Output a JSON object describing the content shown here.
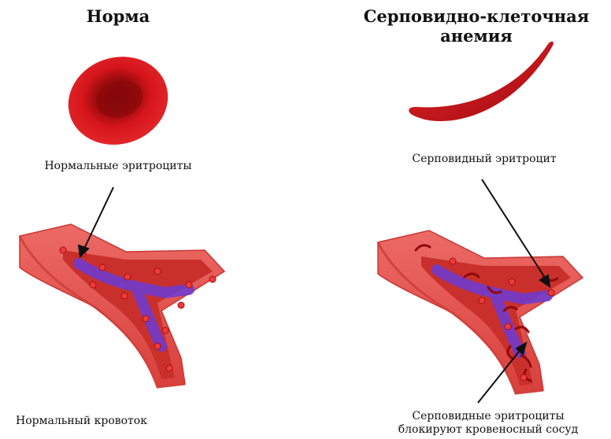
{
  "left": {
    "title": "Норма",
    "cell_label": "Нормальные эритроциты",
    "vessel_label": "Нормальный кровоток"
  },
  "right": {
    "title": "Серповидно-клеточная анемия",
    "cell_label": "Серповидный эритроцит",
    "vessel_label_line1": "Серповидные эритроциты",
    "vessel_label_line2": "блокируют кровеносный сосуд"
  },
  "colors": {
    "cell_red": "#d6151b",
    "cell_dark": "#8f0a0c",
    "vessel_outer": "#e8524f",
    "vessel_inner": "#c72a27",
    "blood_flow": "#6a3bd6"
  }
}
